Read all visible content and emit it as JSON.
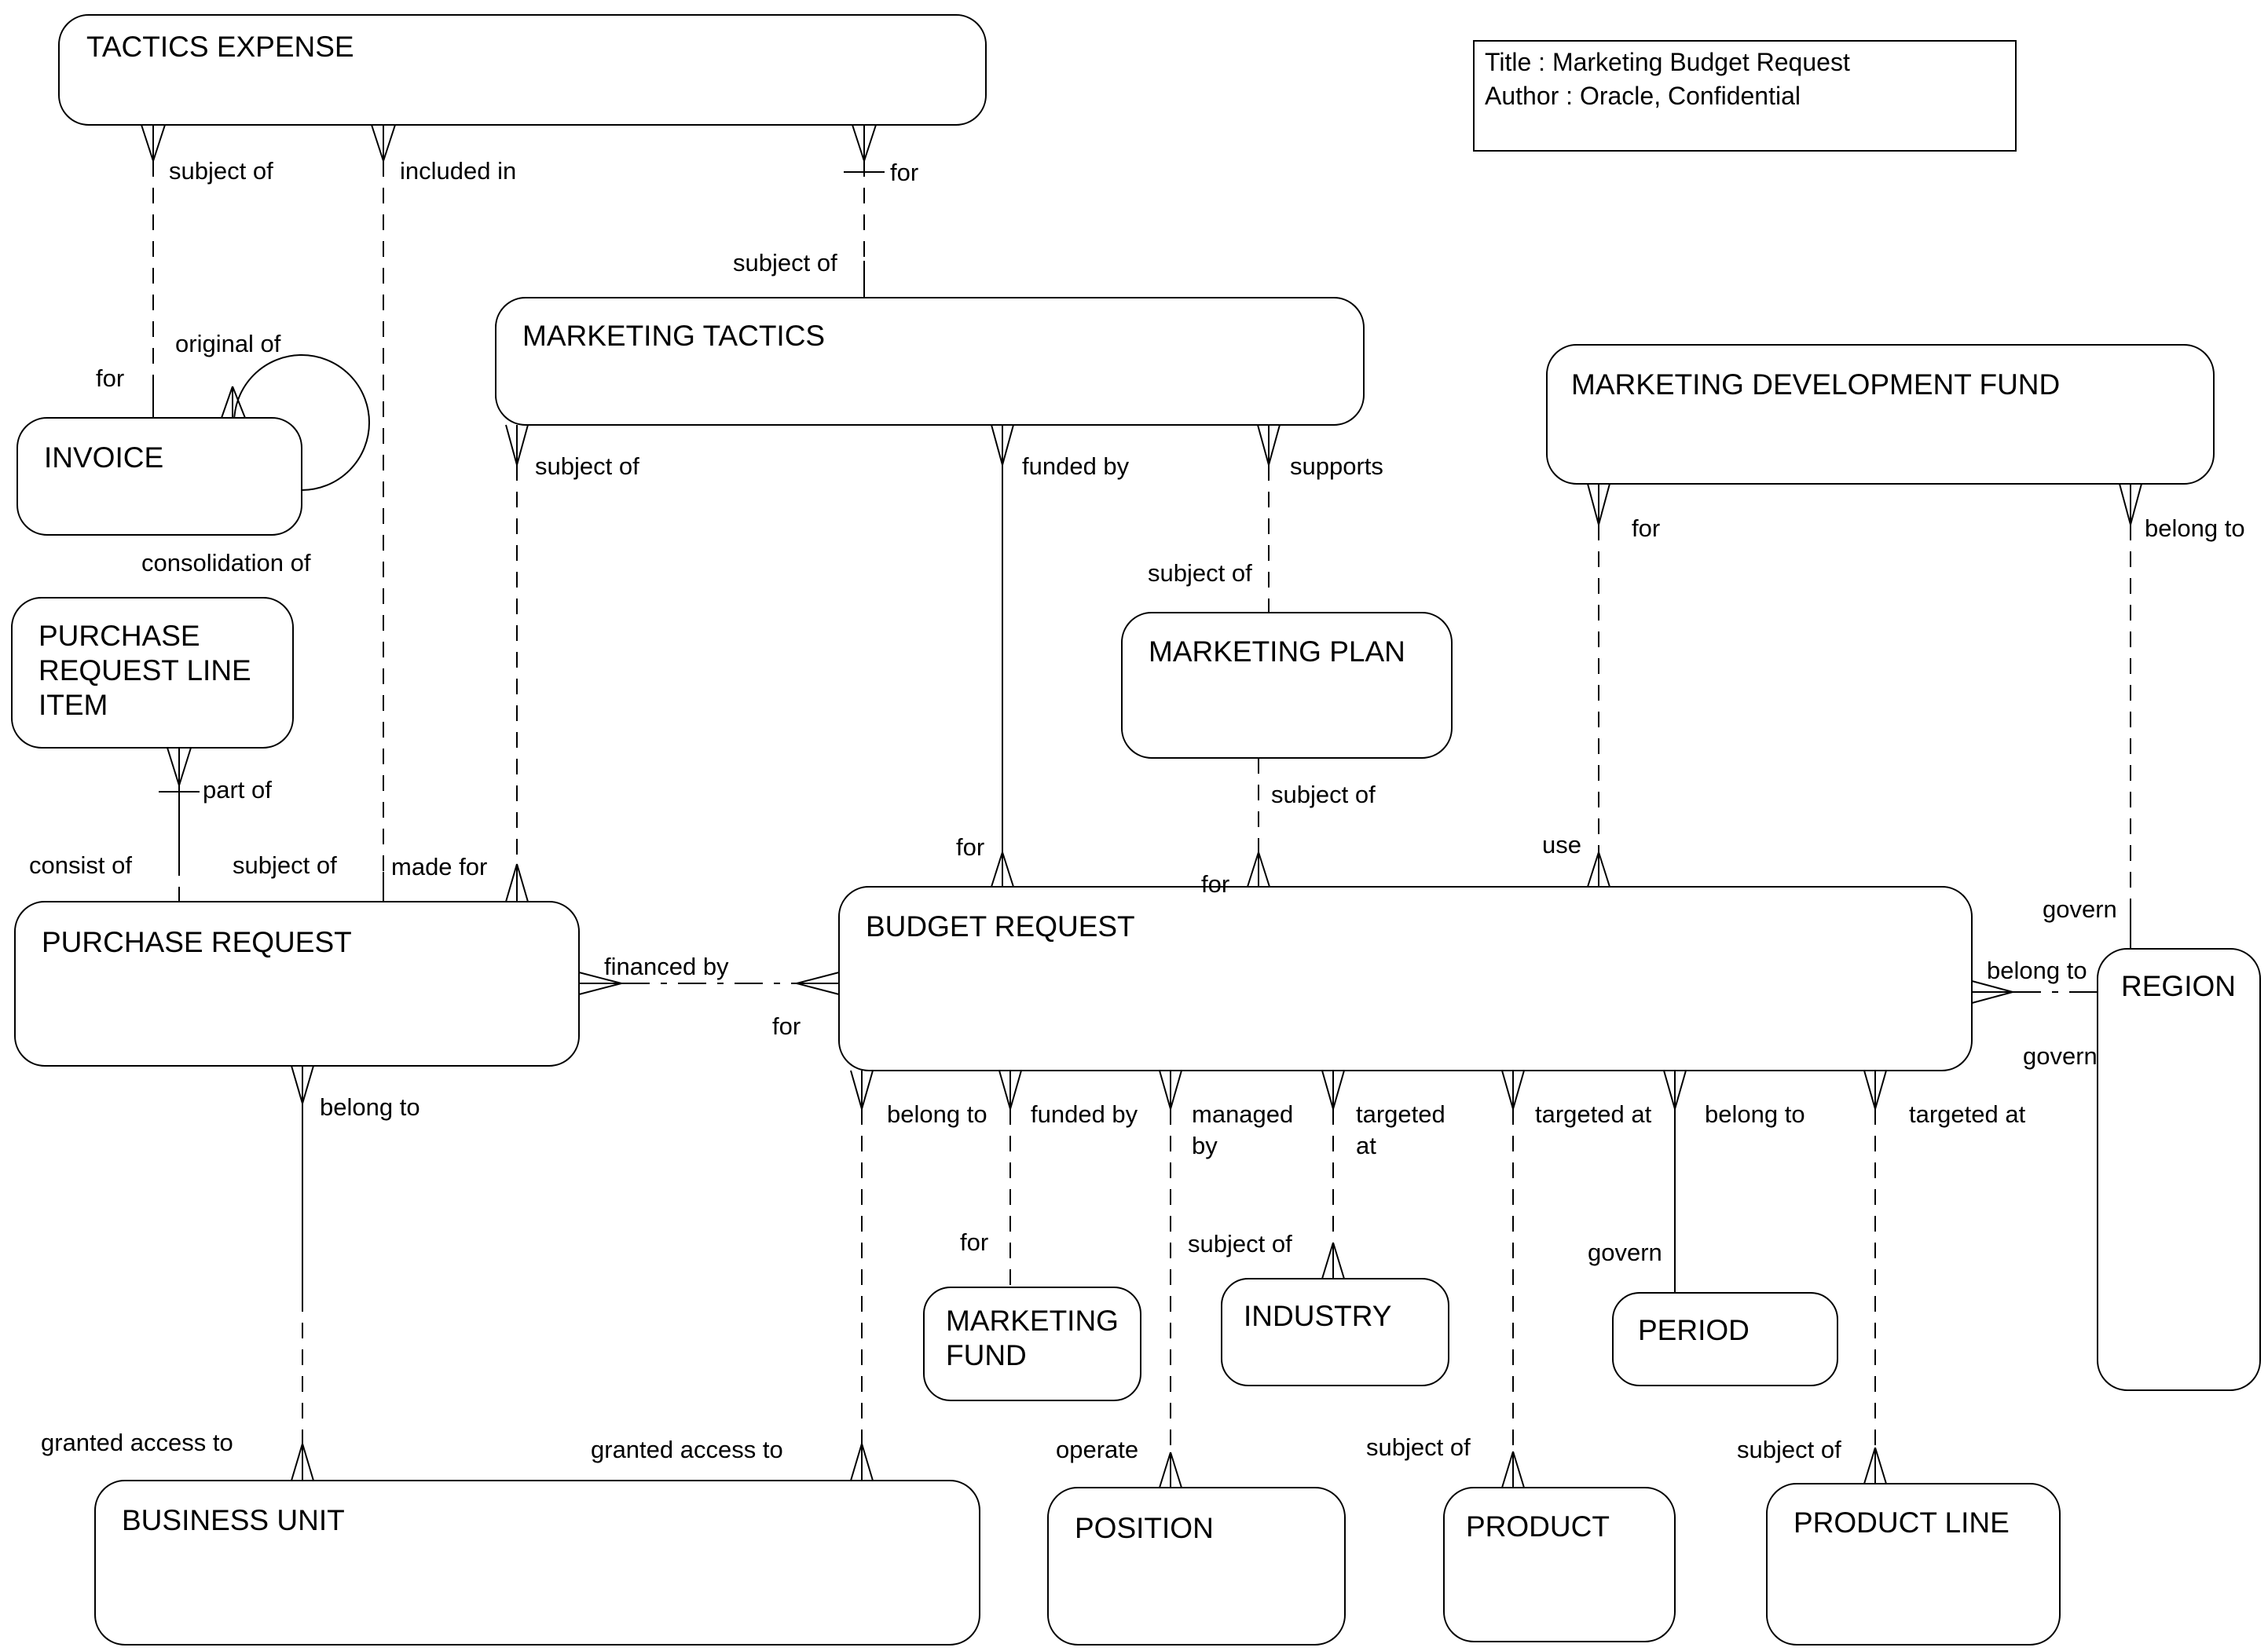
{
  "diagram": {
    "kind": "entity-relationship-diagram",
    "notation": "barker-crows-foot",
    "colors": {
      "background": "#ffffff",
      "line": "#000000",
      "text": "#000000"
    }
  },
  "title_box": {
    "title": "Title : Marketing Budget Request",
    "author": "Author : Oracle, Confidential"
  },
  "entities": {
    "tactics_expense": {
      "label": "TACTICS EXPENSE"
    },
    "invoice": {
      "label": "INVOICE"
    },
    "purchase_request_line_item": {
      "lines": [
        "PURCHASE",
        "REQUEST LINE",
        "ITEM"
      ]
    },
    "purchase_request": {
      "label": "PURCHASE REQUEST"
    },
    "marketing_tactics": {
      "label": "MARKETING TACTICS"
    },
    "marketing_plan": {
      "label": "MARKETING PLAN"
    },
    "marketing_development_fund": {
      "label": "MARKETING DEVELOPMENT FUND"
    },
    "budget_request": {
      "label": "BUDGET REQUEST"
    },
    "region": {
      "label": "REGION"
    },
    "marketing_fund": {
      "lines": [
        "MARKETING",
        "FUND"
      ]
    },
    "industry": {
      "label": "INDUSTRY"
    },
    "period": {
      "label": "PERIOD"
    },
    "business_unit": {
      "label": "BUSINESS UNIT"
    },
    "position": {
      "label": "POSITION"
    },
    "product": {
      "label": "PRODUCT"
    },
    "product_line": {
      "label": "PRODUCT LINE"
    }
  },
  "relationships": {
    "te_invoice": {
      "a": "subject of",
      "b": "for"
    },
    "te_pr": {
      "a": "included in",
      "b": "subject of"
    },
    "te_mt": {
      "a": "for",
      "b": "subject of"
    },
    "invoice_self": {
      "a": "original of",
      "b": "consolidation of"
    },
    "prli_pr": {
      "a": "part of",
      "b": "consist of"
    },
    "mt_pr": {
      "a": "subject of",
      "b": "made for"
    },
    "mt_br": {
      "a": "funded by",
      "b": "for"
    },
    "mt_mp": {
      "a": "supports",
      "b": "subject of"
    },
    "mp_br": {
      "a": "subject of",
      "b": "for"
    },
    "mdf_br": {
      "a": "for",
      "b": "use"
    },
    "mdf_region": {
      "a": "belong to",
      "b": "govern"
    },
    "pr_br": {
      "a": "financed by",
      "b": "for"
    },
    "br_region": {
      "a": "belong to",
      "b": "govern"
    },
    "pr_bu": {
      "a": "belong to",
      "b": "granted access to"
    },
    "br_bu": {
      "a": "belong to",
      "b": "granted access to"
    },
    "br_mf": {
      "a": "funded by",
      "b": "for"
    },
    "br_position": {
      "a_lines": [
        "managed",
        "by"
      ],
      "b": "operate"
    },
    "br_industry": {
      "a_lines": [
        "targeted",
        "at"
      ],
      "b": "subject of"
    },
    "br_product": {
      "a": "targeted at",
      "b": "subject of"
    },
    "br_period": {
      "a": "belong to",
      "b": "govern"
    },
    "br_product_line": {
      "a": "targeted at",
      "b": "subject of"
    }
  }
}
